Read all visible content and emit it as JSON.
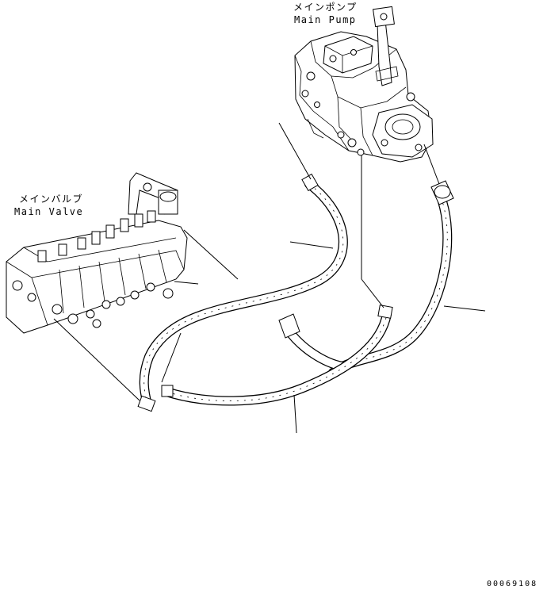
{
  "labels": {
    "main_pump_jp": "メインポンプ",
    "main_pump_en": "Main Pump",
    "main_valve_jp": "メインバルブ",
    "main_valve_en": "Main Valve",
    "doc_number": "00069108"
  },
  "colors": {
    "ink": "#000000",
    "paper": "#ffffff"
  }
}
